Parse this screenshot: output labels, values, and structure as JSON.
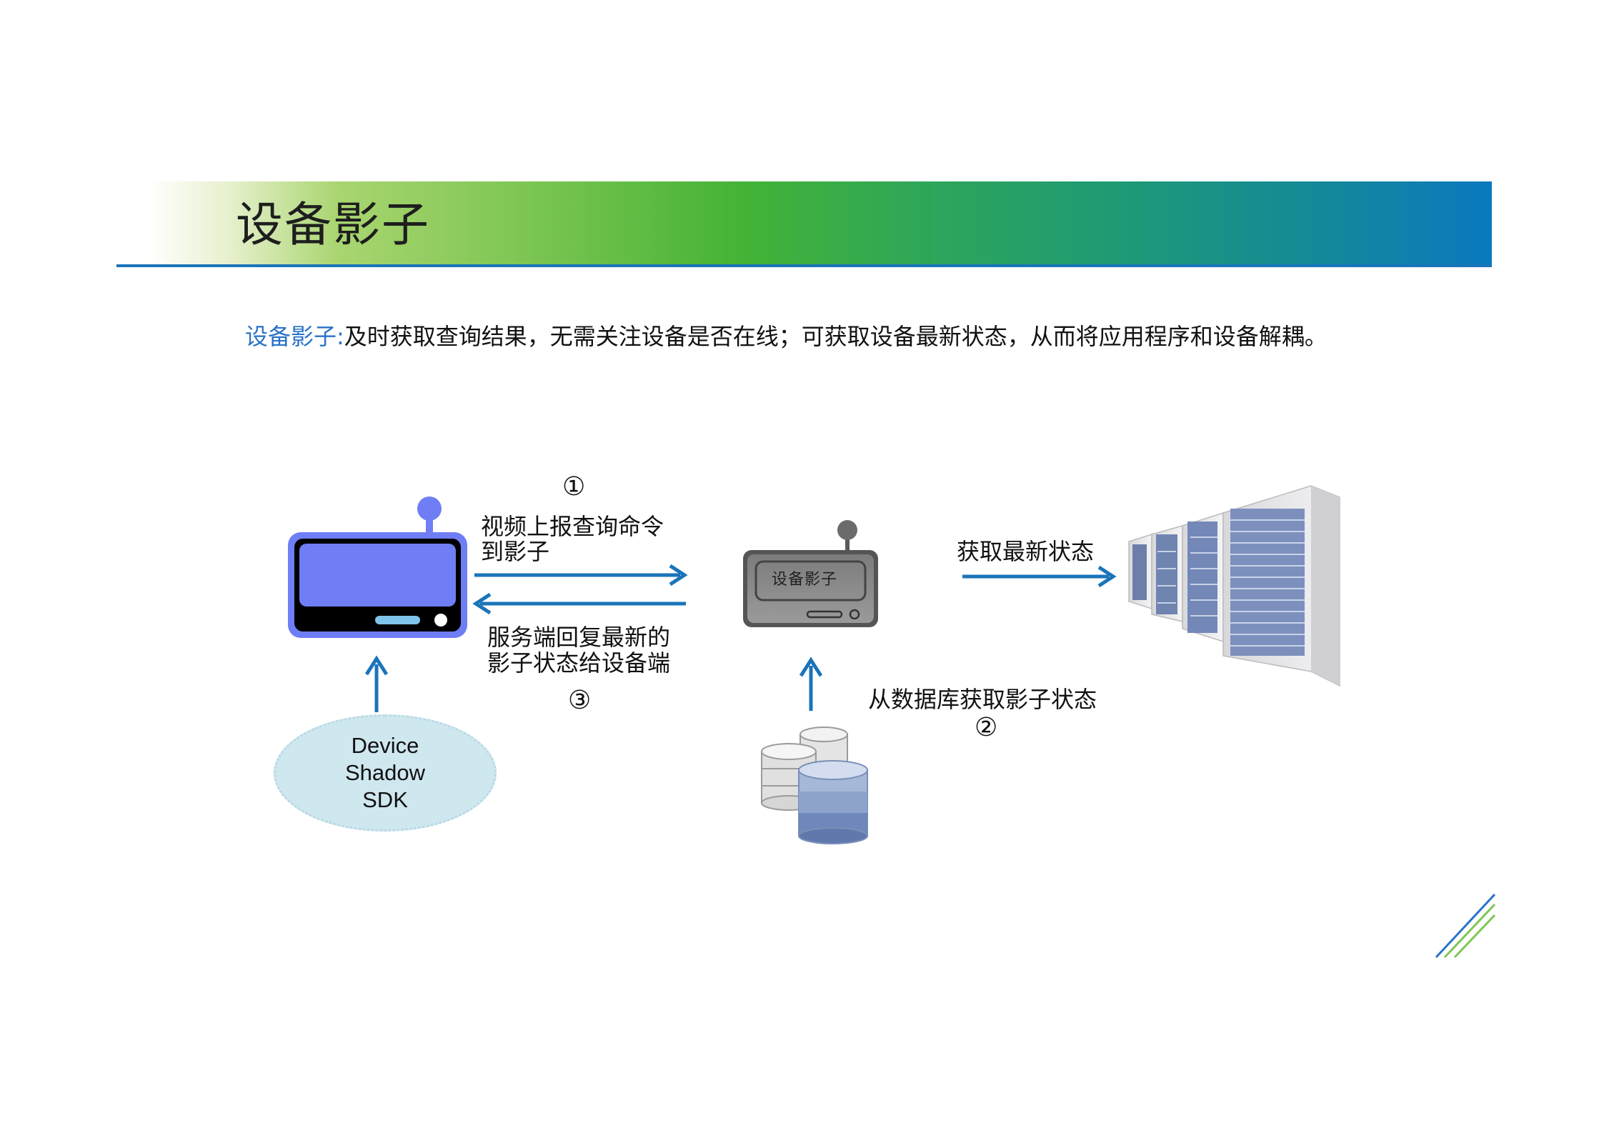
{
  "slide": {
    "title": "设备影子",
    "subtitle_highlight": "设备影子:",
    "subtitle_text": "及时获取查询结果，无需关注设备是否在线；可获取设备最新状态，从而将应用程序和设备解耦。"
  },
  "diagram": {
    "step1_marker": "①",
    "step1_line1": "视频上报查询命令",
    "step1_line2": "到影子",
    "step3_line1": "服务端回复最新的",
    "step3_line2": "影子状态给设备端",
    "step3_marker": "③",
    "fetch_label": "获取最新状态",
    "db_label": "从数据库获取影子状态",
    "step2_marker": "②",
    "shadow_box_label": "设备影子",
    "sdk_line1": "Device",
    "sdk_line2": "Shadow",
    "sdk_line3": "SDK"
  },
  "colors": {
    "accent_blue": "#1a74b9",
    "subtitle_blue": "#2a72c8",
    "device_purple": "#6f7ef5",
    "sdk_fill": "#cfe7ef"
  },
  "icons": [
    "device-icon",
    "shadow-device-icon",
    "database-icon",
    "server-rack-icon",
    "decorative-stripes-icon"
  ]
}
